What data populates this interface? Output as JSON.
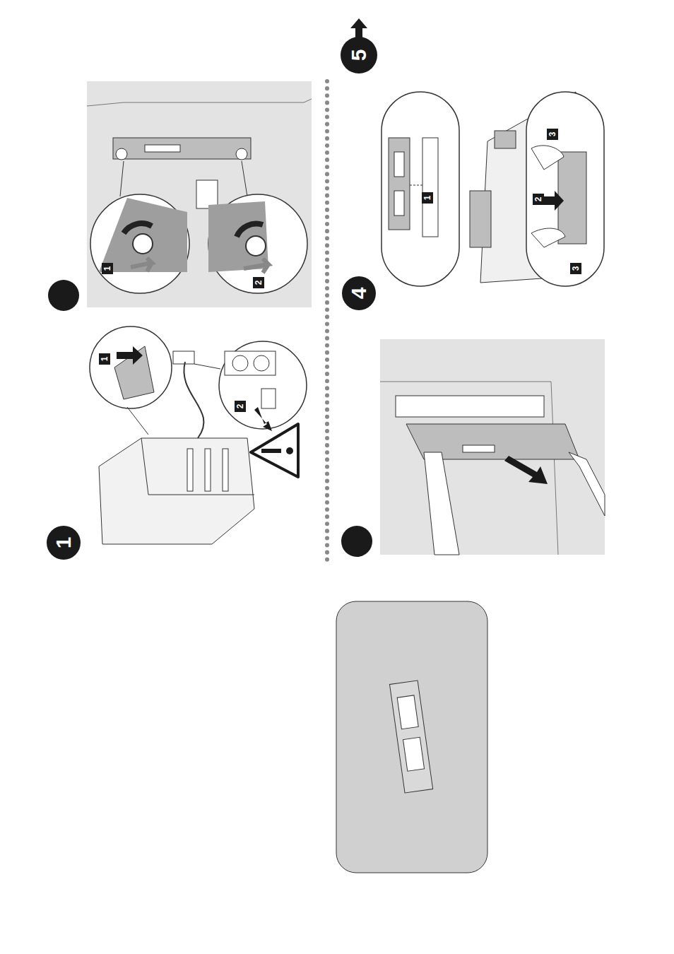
{
  "diagram": {
    "nodes": [
      {
        "text": [
          "5"
        ]
      },
      {
        "text": [
          "4"
        ]
      },
      {
        "text": [
          "1"
        ]
      }
    ],
    "labels": [
      "1",
      "2",
      "1",
      "2",
      "1",
      "2",
      "3",
      "3"
    ]
  }
}
